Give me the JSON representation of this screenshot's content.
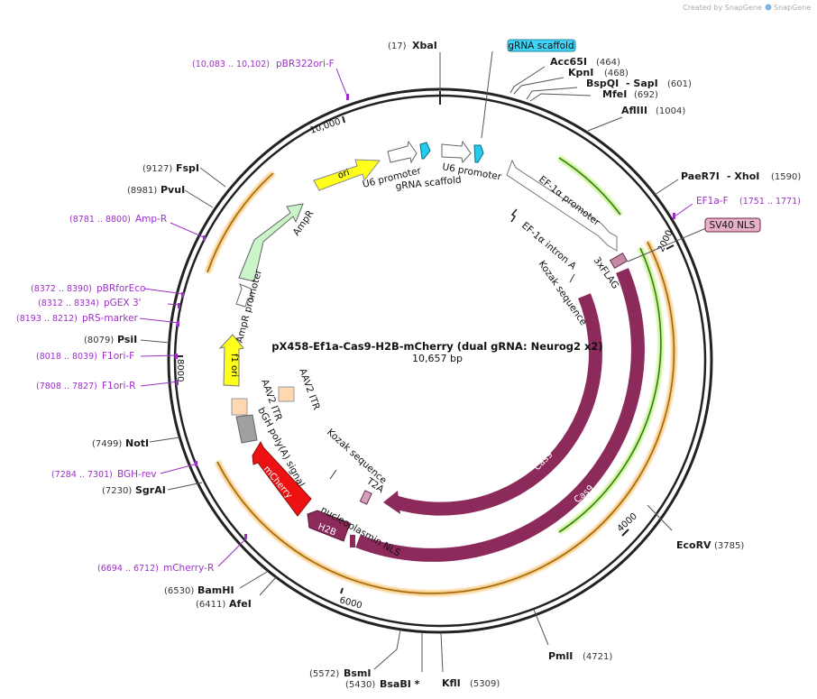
{
  "credit": "Created by SnapGene",
  "plasmid": {
    "name": "pX458-Ef1a-Cas9-H2B-mCherry (dual gRNA: Neurog2 x2)",
    "length_label": "10,657 bp"
  },
  "ruler": [
    "2000",
    "4000",
    "6000",
    "8000",
    "10,000"
  ],
  "sites": [
    {
      "name": "XbaI",
      "pos": "(17)"
    },
    {
      "name": "Acc65I",
      "pos": "(464)"
    },
    {
      "name": "KpnI",
      "pos": "(468)"
    },
    {
      "name": "BspQI",
      "pos": "(601)"
    },
    {
      "name": "- SapI",
      "pos": ""
    },
    {
      "name": "MfeI",
      "pos": "(692)"
    },
    {
      "name": "AflIII",
      "pos": "(1004)"
    },
    {
      "name": "PaeR7I",
      "pos": ""
    },
    {
      "name": "- XhoI",
      "pos": "(1590)"
    },
    {
      "name": "EcoRV",
      "pos": "(3785)"
    },
    {
      "name": "PmlI",
      "pos": "(4721)"
    },
    {
      "name": "KflI",
      "pos": "(5309)"
    },
    {
      "name": "BsaBI *",
      "pos": "(5430)"
    },
    {
      "name": "BsmI",
      "pos": "(5572)"
    },
    {
      "name": "AfeI",
      "pos": "(6411)"
    },
    {
      "name": "BamHI",
      "pos": "(6530)"
    },
    {
      "name": "SgrAI",
      "pos": "(7230)"
    },
    {
      "name": "NotI",
      "pos": "(7499)"
    },
    {
      "name": "PsiI",
      "pos": "(8079)"
    },
    {
      "name": "PvuI",
      "pos": "(8981)"
    },
    {
      "name": "FspI",
      "pos": "(9127)"
    }
  ],
  "primers": [
    {
      "name": "pBR322ori-F",
      "pos": "(10,083 .. 10,102)"
    },
    {
      "name": "EF1a-F",
      "pos": "(1751 .. 1771)"
    },
    {
      "name": "Amp-R",
      "pos": "(8781 .. 8800)"
    },
    {
      "name": "pBRforEco",
      "pos": "(8372 .. 8390)"
    },
    {
      "name": "pGEX 3'",
      "pos": "(8312 .. 8334)"
    },
    {
      "name": "pRS-marker",
      "pos": "(8193 .. 8212)"
    },
    {
      "name": "F1ori-F",
      "pos": "(8018 .. 8039)"
    },
    {
      "name": "F1ori-R",
      "pos": "(7808 .. 7827)"
    },
    {
      "name": "BGH-rev",
      "pos": "(7284 .. 7301)"
    },
    {
      "name": "mCherry-R",
      "pos": "(6694 .. 6712)"
    }
  ],
  "callouts": {
    "grna": "gRNA scaffold",
    "sv40": "SV40 NLS"
  },
  "features": {
    "u6_1": "U6 promoter",
    "grna_1": "gRNA scaffold",
    "u6_2": "U6 promoter",
    "ef1a": "EF-1α promoter",
    "ef1a_intron": "EF-1α intron A",
    "kozak1": "Kozak sequence",
    "flag": "3xFLAG",
    "cas9_in": "Cas9",
    "cas9_out": "Cas9",
    "kozak2": "Kozak sequence",
    "t2a": "T2A",
    "nls": "nucleoplasmin NLS",
    "h2b": "H2B",
    "mcherry": "mCherry",
    "bgh": "bGH poly(A) signal",
    "aav_left": "AAV2 ITR",
    "aav_right": "AAV2 ITR",
    "f1ori": "f1 ori",
    "amp_prom": "AmpR promoter",
    "ampr": "AmpR",
    "ori": "ori"
  },
  "colors": {
    "cas9": "#8c2a5c",
    "mcherry": "#ee1111",
    "h2b": "#8c2a5c",
    "f1ori": "#ffff1a",
    "ori": "#ffff1a",
    "ampr": "#c9f5c9",
    "grna": "#22ccee",
    "aav": "#ffd7b0",
    "bgh": "#a0a0a0",
    "primer": "#9b30c6",
    "orf_orange": "#f5a623",
    "orf_green": "#44aa22"
  }
}
